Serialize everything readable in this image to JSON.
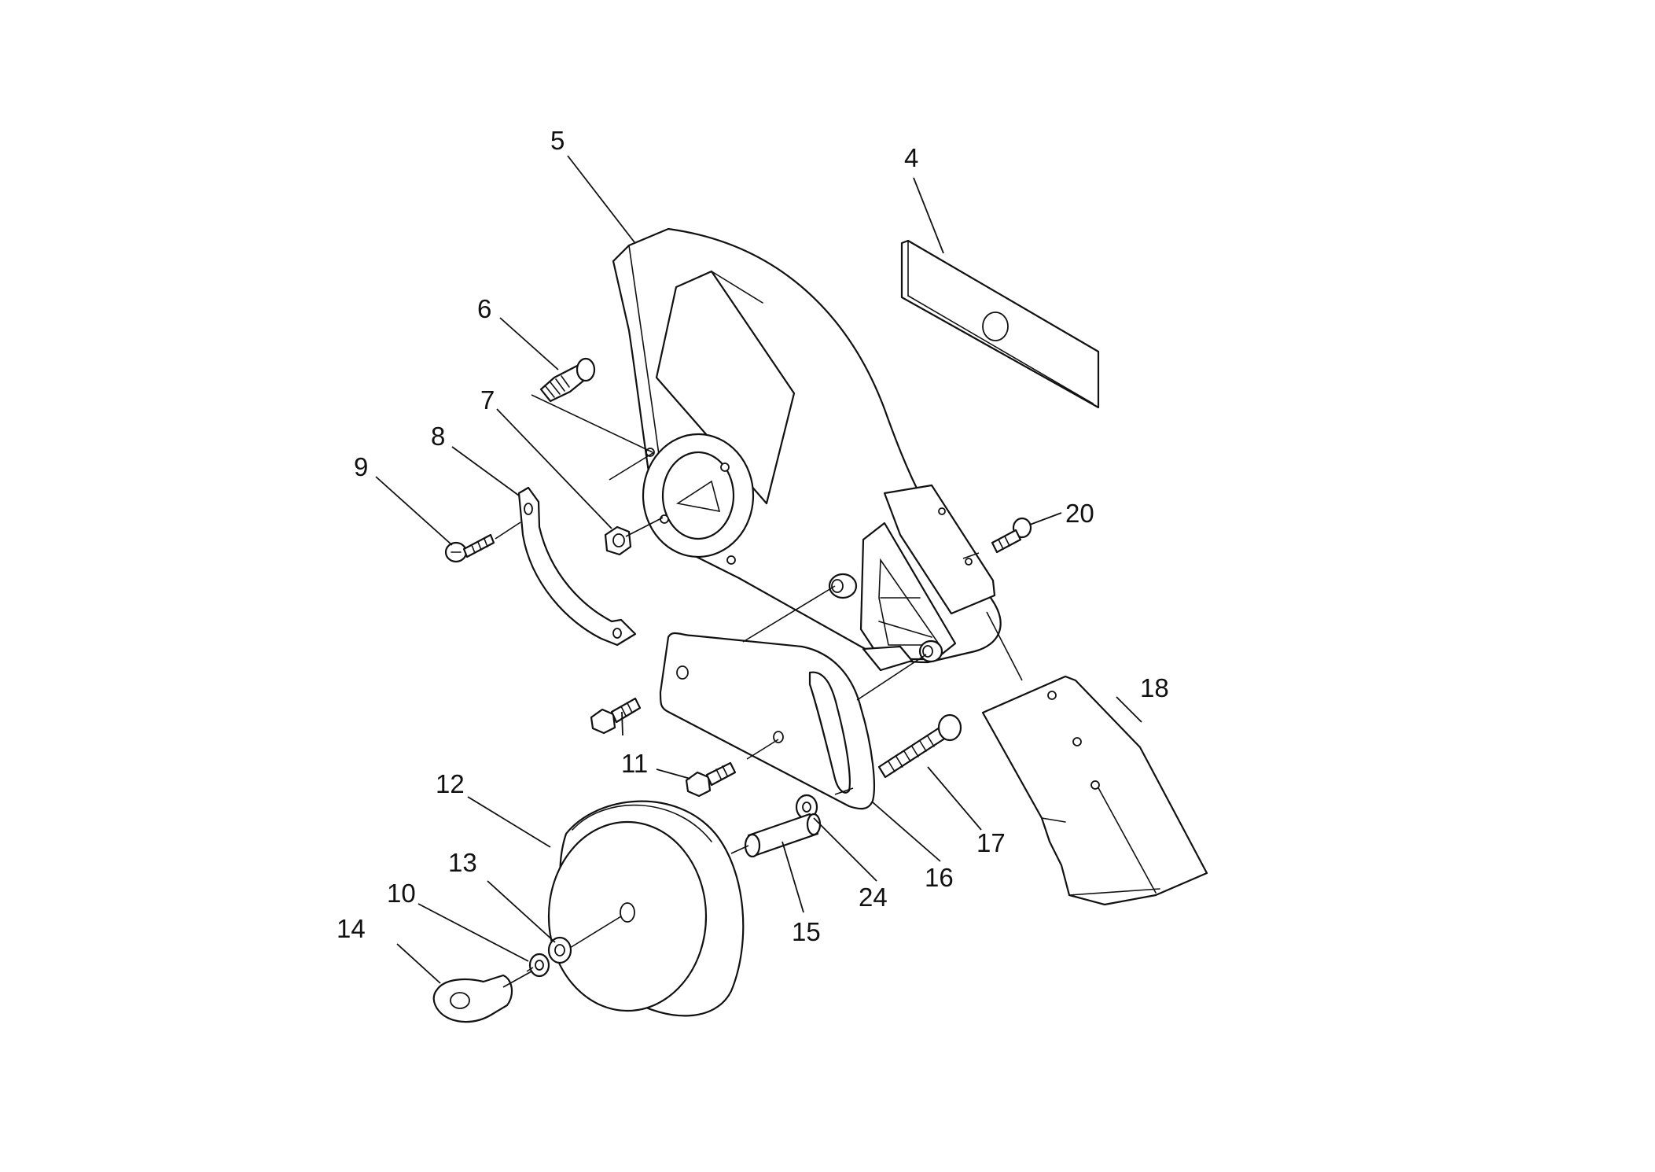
{
  "diagram": {
    "callouts": [
      {
        "id": "c4",
        "label": "4"
      },
      {
        "id": "c5",
        "label": "5"
      },
      {
        "id": "c6",
        "label": "6"
      },
      {
        "id": "c7",
        "label": "7"
      },
      {
        "id": "c8",
        "label": "8"
      },
      {
        "id": "c9",
        "label": "9"
      },
      {
        "id": "c10",
        "label": "10"
      },
      {
        "id": "c11",
        "label": "11"
      },
      {
        "id": "c12",
        "label": "12"
      },
      {
        "id": "c13",
        "label": "13"
      },
      {
        "id": "c14",
        "label": "14"
      },
      {
        "id": "c15",
        "label": "15"
      },
      {
        "id": "c16",
        "label": "16"
      },
      {
        "id": "c17",
        "label": "17"
      },
      {
        "id": "c18",
        "label": "18"
      },
      {
        "id": "c20",
        "label": "20"
      },
      {
        "id": "c24",
        "label": "24"
      }
    ],
    "colors": {
      "line": "#111111",
      "background": "#ffffff"
    }
  }
}
